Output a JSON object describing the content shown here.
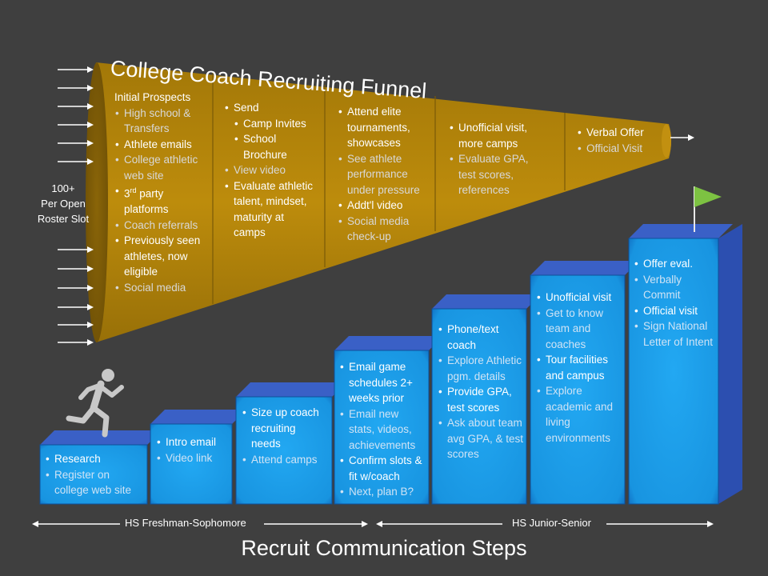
{
  "title": "College Coach Recruiting Funnel",
  "side_label": [
    "100+",
    "Per Open",
    "Roster Slot"
  ],
  "funnel": {
    "col1": {
      "heading": "Initial Prospects",
      "items": [
        {
          "text": "High school & Transfers",
          "tone": "g"
        },
        {
          "text": "Athlete emails",
          "tone": "h"
        },
        {
          "text": "College athletic web site",
          "tone": "g"
        },
        {
          "text": "3rd party platforms",
          "tone": "h"
        },
        {
          "text": "Coach referrals",
          "tone": "g"
        },
        {
          "text": "Previously seen athletes, now eligible",
          "tone": "h"
        },
        {
          "text": "Social media",
          "tone": "g"
        }
      ]
    },
    "col2": {
      "items": [
        {
          "text": "Send",
          "tone": "h",
          "sub": false
        },
        {
          "text": "Camp Invites",
          "tone": "h",
          "sub": true
        },
        {
          "text": "School Brochure",
          "tone": "h",
          "sub": true
        },
        {
          "text": "View video",
          "tone": "g",
          "sub": false
        },
        {
          "text": "Evaluate athletic talent, mindset, maturity at camps",
          "tone": "h",
          "sub": false
        }
      ]
    },
    "col3": {
      "items": [
        {
          "text": "Attend elite tournaments, showcases",
          "tone": "h"
        },
        {
          "text": "See athlete performance under pressure",
          "tone": "g"
        },
        {
          "text": "Addt'l video",
          "tone": "h"
        },
        {
          "text": "Social media check-up",
          "tone": "g"
        }
      ]
    },
    "col4": {
      "items": [
        {
          "text": "Unofficial visit, more camps",
          "tone": "h"
        },
        {
          "text": "Evaluate GPA, test scores, references",
          "tone": "g"
        }
      ]
    },
    "col5": {
      "items": [
        {
          "text": "Verbal Offer",
          "tone": "h"
        },
        {
          "text": "Official Visit",
          "tone": "g"
        }
      ]
    }
  },
  "steps": [
    {
      "items": [
        {
          "text": "Research",
          "tone": "h"
        },
        {
          "text": "Register on college web site",
          "tone": "g"
        }
      ]
    },
    {
      "items": [
        {
          "text": "Intro email",
          "tone": "h"
        },
        {
          "text": "Video link",
          "tone": "g"
        }
      ]
    },
    {
      "items": [
        {
          "text": "Size up coach recruiting needs",
          "tone": "h"
        },
        {
          "text": "Attend camps",
          "tone": "g"
        }
      ]
    },
    {
      "items": [
        {
          "text": "Email game schedules 2+ weeks prior",
          "tone": "h"
        },
        {
          "text": "Email new stats, videos, achievements",
          "tone": "g"
        },
        {
          "text": "Confirm slots & fit w/coach",
          "tone": "h"
        },
        {
          "text": "Next, plan B?",
          "tone": "g"
        }
      ]
    },
    {
      "items": [
        {
          "text": "Phone/text coach",
          "tone": "h"
        },
        {
          "text": "Explore Athletic pgm. details",
          "tone": "g"
        },
        {
          "text": "Provide GPA, test scores",
          "tone": "h"
        },
        {
          "text": "Ask about team avg GPA, & test scores",
          "tone": "g"
        }
      ]
    },
    {
      "items": [
        {
          "text": "Unofficial visit",
          "tone": "h"
        },
        {
          "text": "Get to know team and coaches",
          "tone": "g"
        },
        {
          "text": "Tour facilities and campus",
          "tone": "h"
        },
        {
          "text": "Explore academic and living environments",
          "tone": "g"
        }
      ]
    },
    {
      "items": [
        {
          "text": "Offer eval.",
          "tone": "h"
        },
        {
          "text": "Verbally Commit",
          "tone": "g"
        },
        {
          "text": "Official visit",
          "tone": "h"
        },
        {
          "text": "Sign National Letter of Intent",
          "tone": "g"
        }
      ]
    }
  ],
  "periods": [
    "HS Freshman-Sophomore",
    "HS Junior-Senior"
  ],
  "bottom_title": "Recruit Communication Steps",
  "colors": {
    "background": "#3f3f3f",
    "funnel": "#b8860b",
    "step_front": "#1aa3f0",
    "step_top": "#3b64c8",
    "step_side": "#2c4fb0",
    "flag": "#7dc242",
    "runner": "#c8c8c8"
  }
}
